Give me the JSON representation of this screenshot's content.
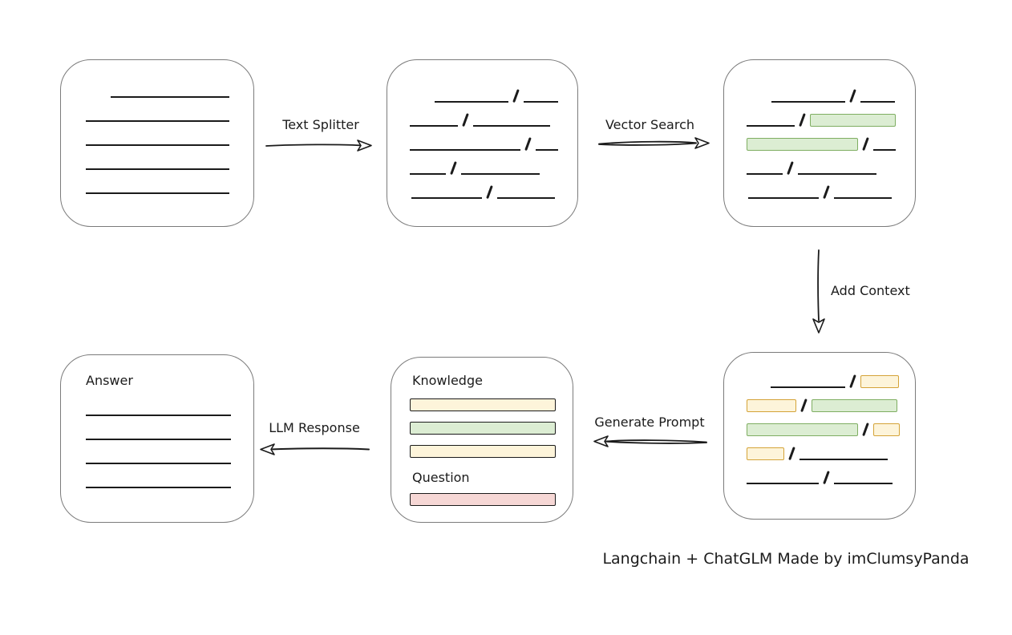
{
  "colors": {
    "stroke": "#1b1b1b",
    "box_border": "#7b7b7b",
    "yellow_fill": "#fdf4da",
    "yellow_border": "#d4a338",
    "green_fill": "#dcedd3",
    "green_border": "#7fae62",
    "red_fill": "#f6d7d5",
    "red_border": "#c0564f"
  },
  "caption": "Langchain + ChatGLM Made by imClumsyPanda",
  "labels": {
    "text_splitter": "Text Splitter",
    "vector_search": "Vector Search",
    "add_context": "Add Context",
    "generate_prompt": "Generate Prompt",
    "llm_response": "LLM Response",
    "knowledge": "Knowledge",
    "question": "Question",
    "answer": "Answer"
  },
  "boxes": {
    "document": {
      "rows": [
        [
          {
            "t": "gap",
            "w": 31
          },
          {
            "t": "line",
            "w": 148
          }
        ],
        [
          {
            "t": "line",
            "w": 179
          }
        ],
        [
          {
            "t": "line",
            "w": 179
          }
        ],
        [
          {
            "t": "line",
            "w": 179
          }
        ],
        [
          {
            "t": "line",
            "w": 179
          }
        ]
      ]
    },
    "chunks": {
      "rows": [
        [
          {
            "t": "gap",
            "w": 31
          },
          {
            "t": "line",
            "w": 92
          },
          {
            "t": "slash"
          },
          {
            "t": "line",
            "w": 43
          }
        ],
        [
          {
            "t": "line",
            "w": 60
          },
          {
            "t": "slash"
          },
          {
            "t": "line",
            "w": 96
          }
        ],
        [
          {
            "t": "line",
            "w": 138
          },
          {
            "t": "slash"
          },
          {
            "t": "line",
            "w": 28
          }
        ],
        [
          {
            "t": "line",
            "w": 45
          },
          {
            "t": "slash"
          },
          {
            "t": "line",
            "w": 98
          }
        ],
        [
          {
            "t": "gap",
            "w": 2
          },
          {
            "t": "line",
            "w": 88
          },
          {
            "t": "slash"
          },
          {
            "t": "line",
            "w": 72
          }
        ]
      ]
    },
    "matched_chunks": {
      "rows": [
        [
          {
            "t": "gap",
            "w": 31
          },
          {
            "t": "line",
            "w": 92
          },
          {
            "t": "slash"
          },
          {
            "t": "line",
            "w": 43
          }
        ],
        [
          {
            "t": "line",
            "w": 60
          },
          {
            "t": "slash"
          },
          {
            "t": "bar",
            "c": "green",
            "w": 107
          }
        ],
        [
          {
            "t": "bar",
            "c": "green",
            "w": 139
          },
          {
            "t": "slash"
          },
          {
            "t": "line",
            "w": 28
          }
        ],
        [
          {
            "t": "line",
            "w": 45
          },
          {
            "t": "slash"
          },
          {
            "t": "line",
            "w": 98
          }
        ],
        [
          {
            "t": "gap",
            "w": 2
          },
          {
            "t": "line",
            "w": 88
          },
          {
            "t": "slash"
          },
          {
            "t": "line",
            "w": 72
          }
        ]
      ]
    },
    "context_chunks": {
      "rows": [
        [
          {
            "t": "gap",
            "w": 30
          },
          {
            "t": "line",
            "w": 93
          },
          {
            "t": "slash"
          },
          {
            "t": "bar",
            "c": "yellow",
            "w": 48
          }
        ],
        [
          {
            "t": "bar",
            "c": "yellow",
            "w": 62
          },
          {
            "t": "slash"
          },
          {
            "t": "bar",
            "c": "green",
            "w": 107
          }
        ],
        [
          {
            "t": "bar",
            "c": "green",
            "w": 139
          },
          {
            "t": "slash"
          },
          {
            "t": "bar",
            "c": "yellow",
            "w": 33
          }
        ],
        [
          {
            "t": "bar",
            "c": "yellow",
            "w": 47
          },
          {
            "t": "slash"
          },
          {
            "t": "line",
            "w": 110
          }
        ],
        [
          {
            "t": "line",
            "w": 90
          },
          {
            "t": "slash"
          },
          {
            "t": "line",
            "w": 73
          }
        ]
      ]
    },
    "answer": {
      "rows": [
        [
          {
            "t": "line",
            "w": 181
          }
        ],
        [
          {
            "t": "line",
            "w": 181
          }
        ],
        [
          {
            "t": "line",
            "w": 181
          }
        ],
        [
          {
            "t": "line",
            "w": 181
          }
        ]
      ]
    },
    "prompt": {
      "knowledge_bars": [
        "yellow",
        "green",
        "yellow"
      ],
      "question_bars": [
        "red"
      ]
    }
  }
}
